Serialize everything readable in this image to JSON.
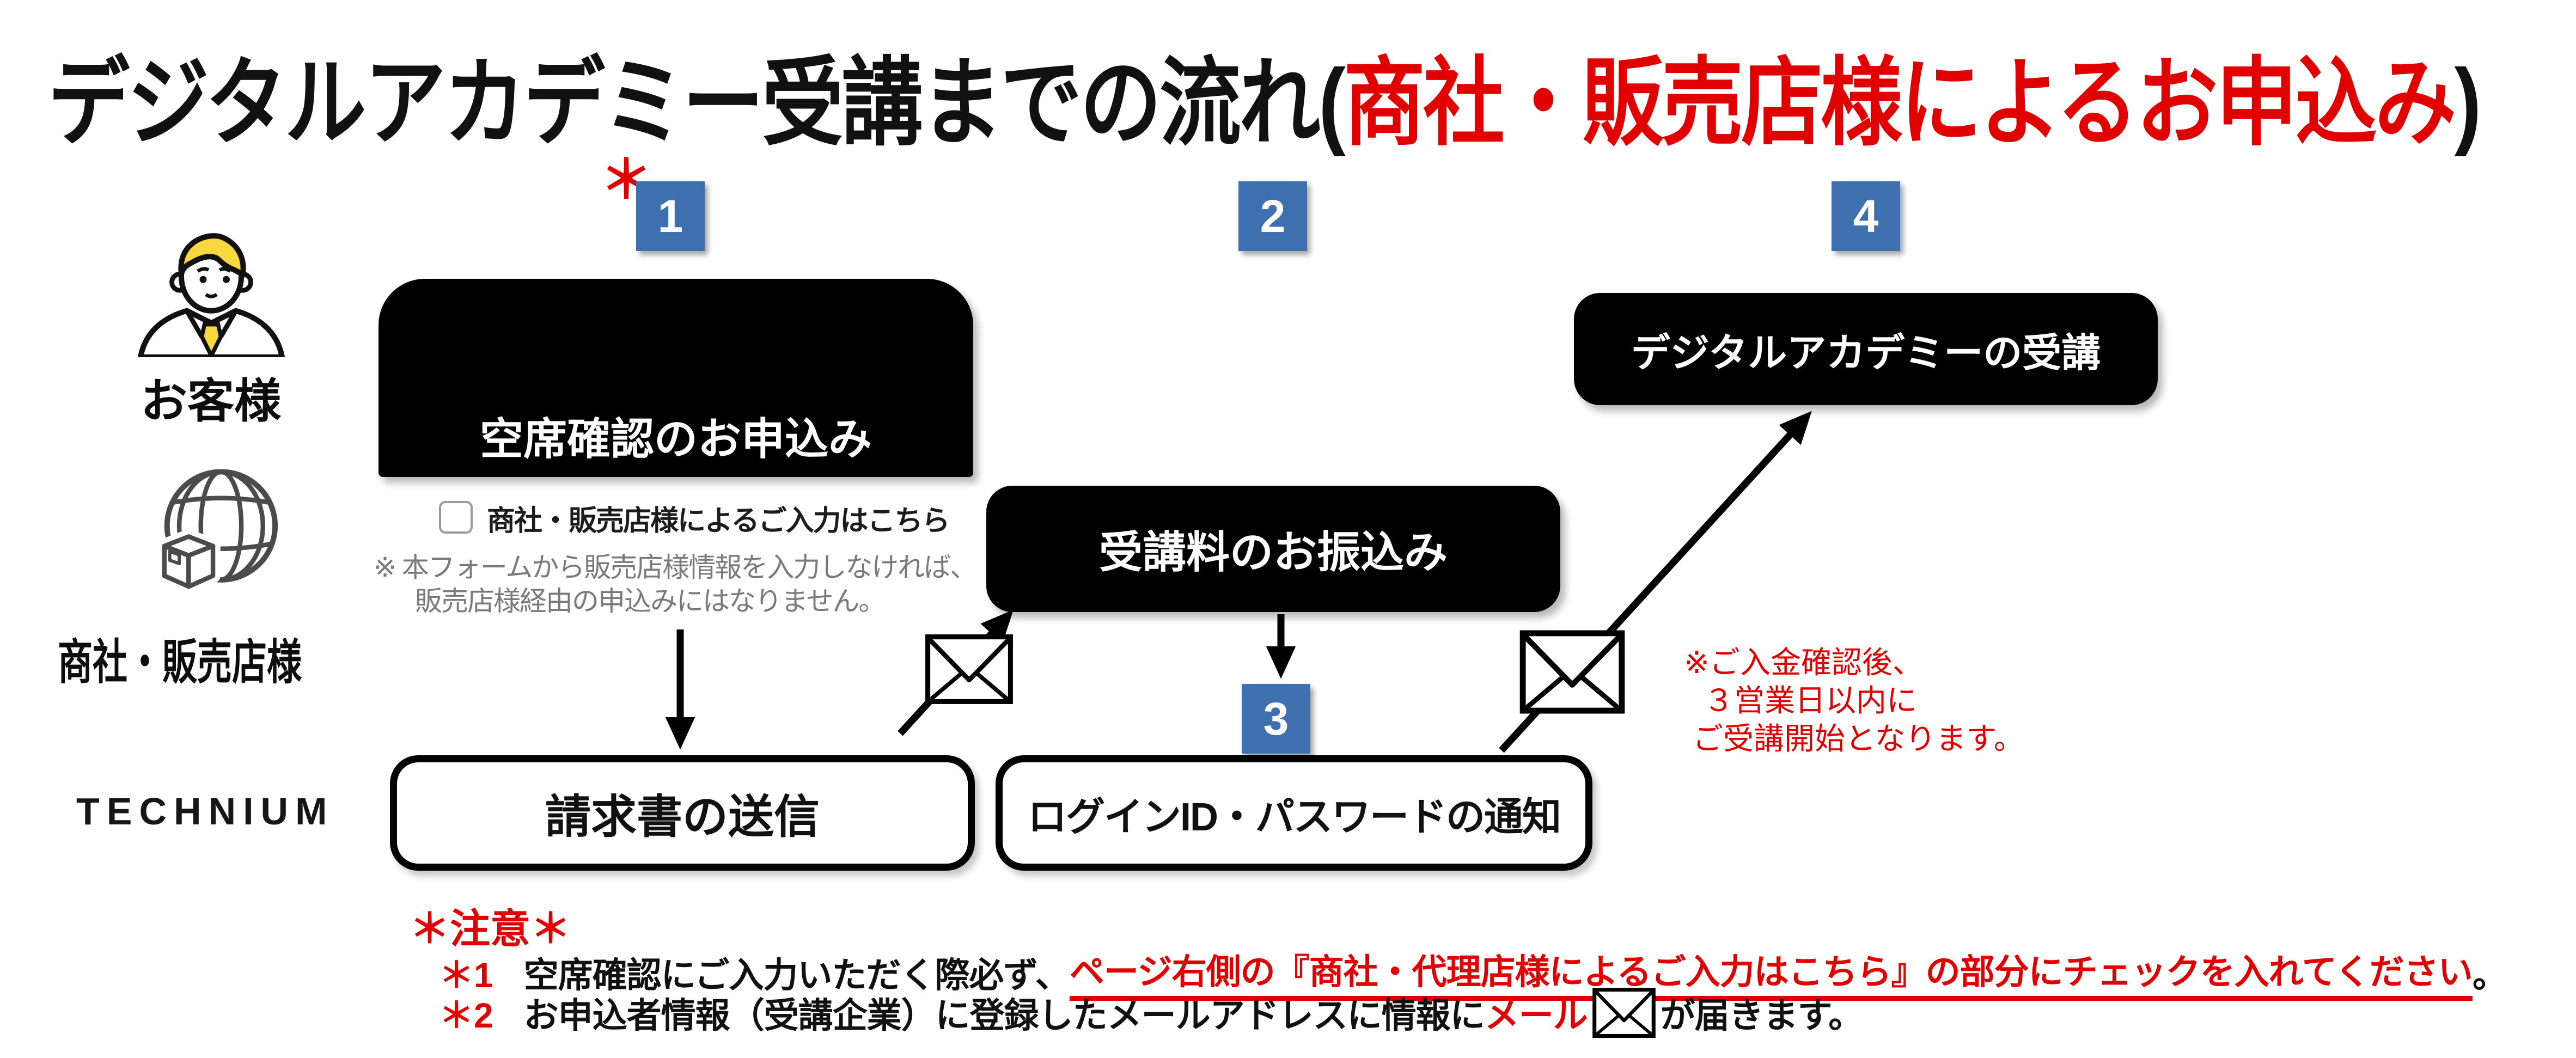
{
  "title": {
    "prefix": "デジタルアカデミー受講までの流れ(",
    "highlight": "商社・販売店様によるお申込み",
    "suffix": ")"
  },
  "steps": {
    "s1": "1",
    "s2": "2",
    "s3": "3",
    "s4": "4",
    "asterisk": "＊"
  },
  "actors": {
    "customer": "お客様",
    "distributor": "商社・販売店様",
    "company": "TECHNIUM"
  },
  "boxes": {
    "step1": "空席確認のお申込み",
    "step2": "受講料のお振込み",
    "step4": "デジタルアカデミーの受講",
    "invoice": "請求書の送信",
    "login": "ログインID・パスワードの通知"
  },
  "form": {
    "checkbox_label": "商社・販売店様によるご入力はこちら",
    "note_line1": "※ 本フォームから販売店様情報を入力しなければ、",
    "note_line2": "販売店様経由の申込みにはなりません。"
  },
  "payment_note": {
    "line1": "※ご入金確認後、",
    "line2": "３営業日以内に",
    "line3": "ご受講開始となります。"
  },
  "notes": {
    "heading": "＊注意＊",
    "n1_marker": "＊1",
    "n1_black": "空席確認にご入力いただく際必ず、",
    "n1_red": "ページ右側の『商社・代理店様によるご入力はこちら』の部分にチェックを入れてください",
    "n1_suffix": "。",
    "n2_marker": "＊2",
    "n2_black1": "お申込者情報（受講企業）に登録したメールアドレスに情報に",
    "n2_red": "メール",
    "n2_black2": "が届きます。"
  },
  "colors": {
    "accent_blue": "#3e6fae",
    "brand_red": "#e00000",
    "gray_note": "#7a7a7a"
  }
}
